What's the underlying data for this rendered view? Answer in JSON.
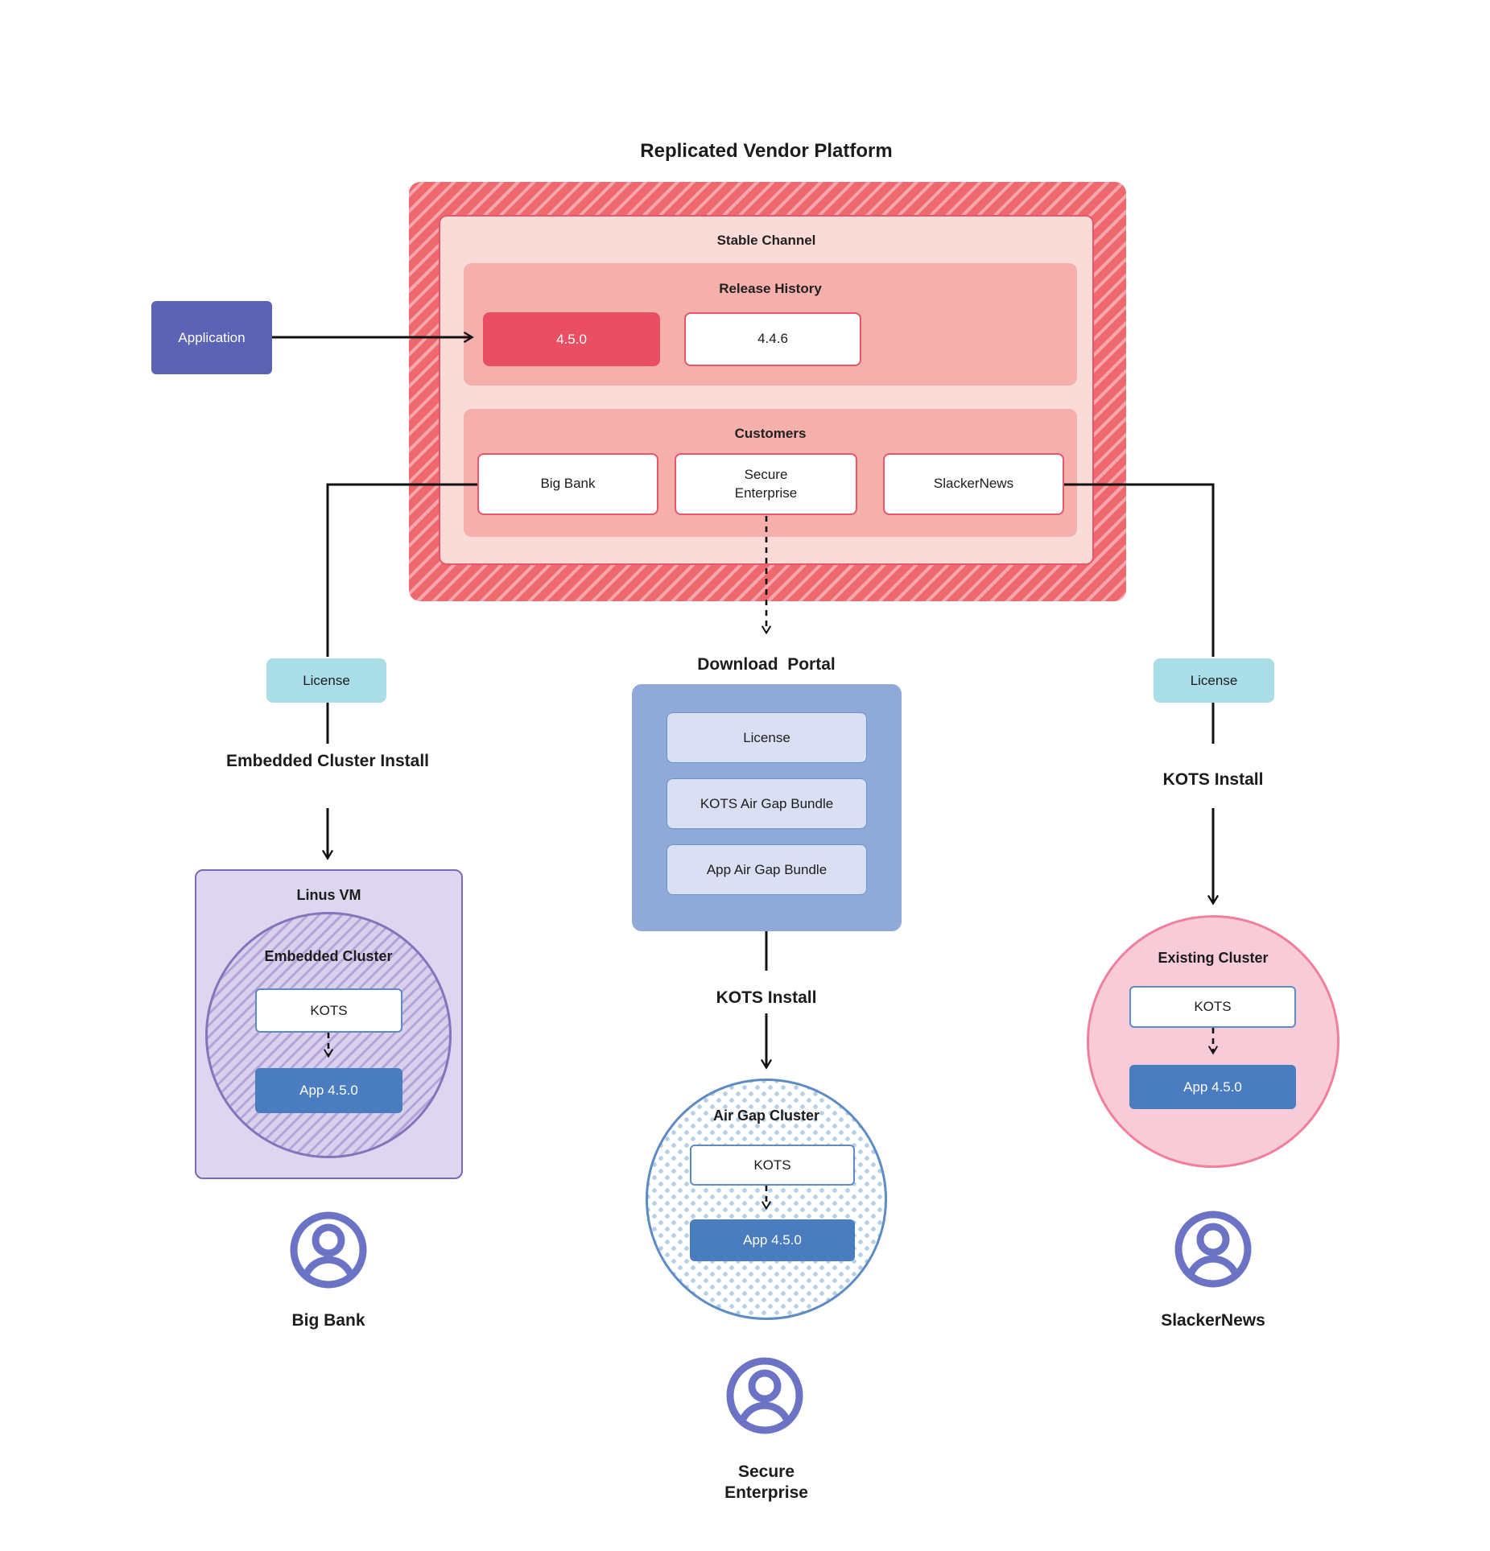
{
  "title": "Replicated Vendor Platform",
  "application": {
    "label": "Application"
  },
  "platform": {
    "stable_channel": {
      "label": "Stable Channel",
      "release_history": {
        "label": "Release History",
        "current_release": "4.5.0",
        "previous_release": "4.4.6"
      },
      "customers": {
        "label": "Customers",
        "big_bank": "Big Bank",
        "secure_enterprise": "Secure Enterprise",
        "slackernews": "SlackerNews"
      }
    }
  },
  "big_bank_flow": {
    "license_label": "License",
    "install_label": "Embedded Cluster Install",
    "vm_label": "Linus VM",
    "cluster_label": "Embedded Cluster",
    "kots_label": "KOTS",
    "app_label": "App 4.5.0",
    "customer_label": "Big Bank"
  },
  "secure_enterprise_flow": {
    "portal_label": "Download  Portal",
    "portal_items": [
      "License",
      "KOTS Air Gap Bundle",
      "App Air Gap Bundle"
    ],
    "install_label": "KOTS Install",
    "cluster_label": "Air Gap Cluster",
    "kots_label": "KOTS",
    "app_label": "App 4.5.0",
    "customer_label": "Secure Enterprise"
  },
  "slackernews_flow": {
    "license_label": "License",
    "install_label": "KOTS Install",
    "cluster_label": "Existing Cluster",
    "kots_label": "KOTS",
    "app_label": "App 4.5.0",
    "customer_label": "SlackerNews"
  },
  "colors": {
    "channel_hatch": "#ef686e",
    "channel_bg": "#fadbd7",
    "channel_section_bg": "#f5b0ab",
    "release_current_bg": "#e94e63",
    "box_border_red": "#e8566b",
    "application_bg": "#5c63b5",
    "license_bg": "#a9dee8",
    "portal_bg": "#8fa9d9",
    "portal_item_bg": "#dadff4",
    "portal_item_border": "#6d95cd",
    "app_box_bg": "#4a7cc0",
    "kots_border": "#5d8bc4",
    "vm_bg": "#ddd6ef",
    "vm_border": "#7c68b8",
    "embedded_hatch_stripe": "#b5a3db",
    "airgap_dot": "#b4cdea",
    "existing_cluster_bg": "#f8cbd8",
    "existing_cluster_border": "#ef7f9d",
    "user_icon": "#6b74c4",
    "connector": "#111111"
  }
}
